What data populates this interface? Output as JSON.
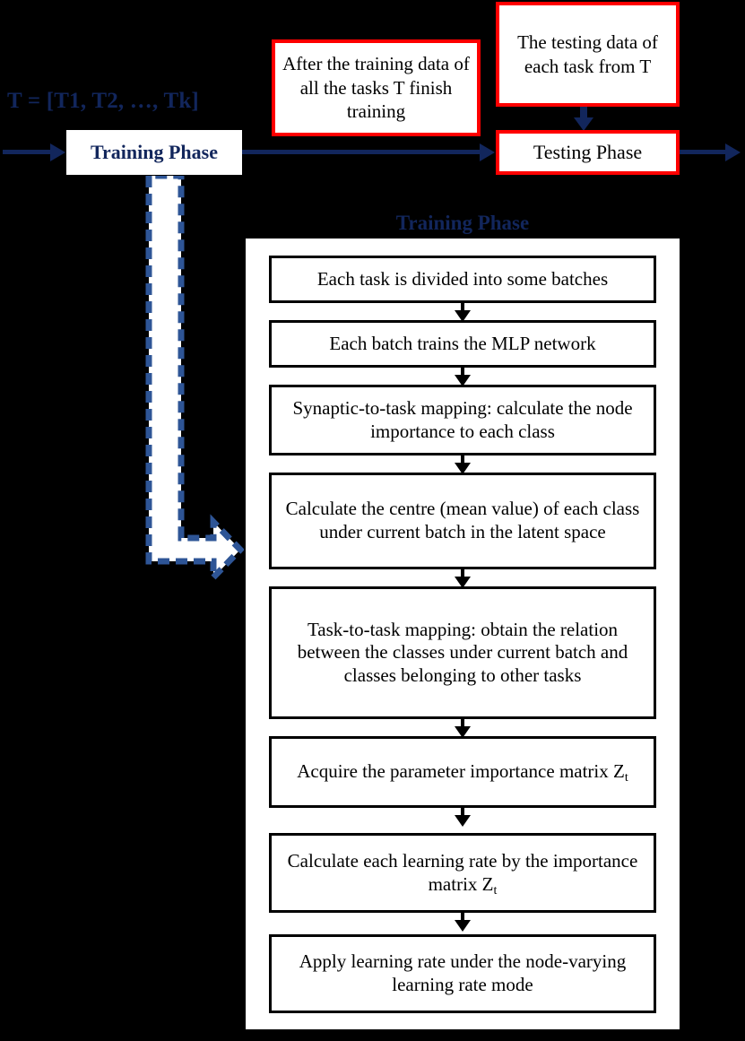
{
  "colors": {
    "navy": "#12265C",
    "red": "#FF0000",
    "dashed_blue": "#2E5596",
    "black": "#000000",
    "white": "#FFFFFF",
    "background": "#000000"
  },
  "top_flow": {
    "task_list_label": "T = [T1, T2, …, Tk]",
    "training_phase_label": "Training Phase",
    "after_training_note": "After the training data of all the tasks T finish training",
    "testing_data_note": "The testing data of each task from T",
    "testing_phase_label": "Testing Phase"
  },
  "section": {
    "title": "Training Phase"
  },
  "steps": [
    {
      "id": "step-1",
      "text": "Each task is divided into some batches"
    },
    {
      "id": "step-2",
      "text": "Each batch trains the MLP network"
    },
    {
      "id": "step-3",
      "text": "Synaptic-to-task mapping: calculate the node importance to each class"
    },
    {
      "id": "step-4",
      "text": "Calculate the centre (mean value) of each class under current batch in the latent space"
    },
    {
      "id": "step-5",
      "text": "Task-to-task mapping: obtain the relation between the classes under current batch and classes belonging to other tasks"
    },
    {
      "id": "step-6",
      "text_before": "Acquire the parameter importance matrix Z",
      "subscript": "t",
      "text_after": ""
    },
    {
      "id": "step-7",
      "text_before": "Calculate each learning rate by the importance matrix Z",
      "subscript": "t",
      "text_after": ""
    },
    {
      "id": "step-8",
      "text": "Apply learning rate under the node-varying learning rate mode"
    }
  ]
}
